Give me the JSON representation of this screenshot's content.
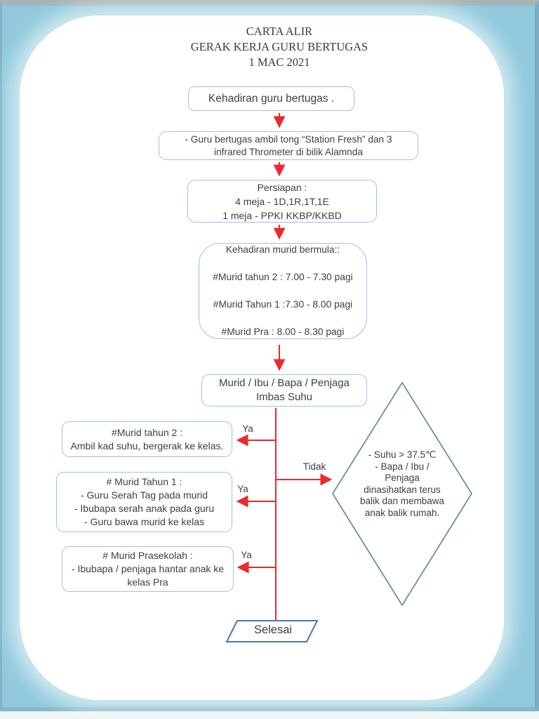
{
  "title": {
    "line1": "CARTA ALIR",
    "line2": "GERAK KERJA  GURU BERTUGAS",
    "line3": "1 MAC 2021"
  },
  "nodes": {
    "start": "Kehadiran guru bertugas .",
    "collect": "- Guru bertugas ambil tong “Station Fresh” dan 3\ninfrared Thrometer di bilik Alamnda",
    "persiapan": "Persiapan :\n4 meja - 1D,1R,1T,1E\n1 meja - PPKI KKBP/KKBD",
    "kehadiran_murid": "Kehadiran murid  bermula::\n\n#Murid tahun 2 : 7.00 - 7.30 pagi\n\n#Murid Tahun 1 :7.30 - 8.00 pagi\n\n#Murid Pra : 8.00 - 8.30 pagi",
    "imbas_suhu": "Murid / Ibu / Bapa / Penjaga\nImbas Suhu",
    "tahun2": "#Murid tahun 2 :\nAmbil kad suhu, bergerak ke kelas.",
    "tahun1": "# Murid Tahun 1 :\n- Guru Serah Tag pada murid\n- Ibubapa serah anak pada guru\n- Guru bawa murid ke kelas",
    "prasekolah": "# Murid Prasekolah :\n- Ibubapa / penjaga hantar anak ke\nkelas Pra",
    "decision": "- Suhu  > 37.5℃\n- Bapa / Ibu /\nPenjaga\ndinasihatkan terus\nbalik dan membawa\nanak balik rumah.",
    "end": "Selesai"
  },
  "labels": {
    "yes1": "Ya",
    "yes2": "Ya",
    "yes3": "Ya",
    "no": "Tidak"
  },
  "colors": {
    "frame_blue": "#90cadc",
    "arrow_red": "#ea2a2f",
    "box_border_blue": "#9cc3e5",
    "shape_border_steel": "#5b7fa6",
    "start_border_gray": "#b9b9b9",
    "text": "#3f3f3f"
  }
}
